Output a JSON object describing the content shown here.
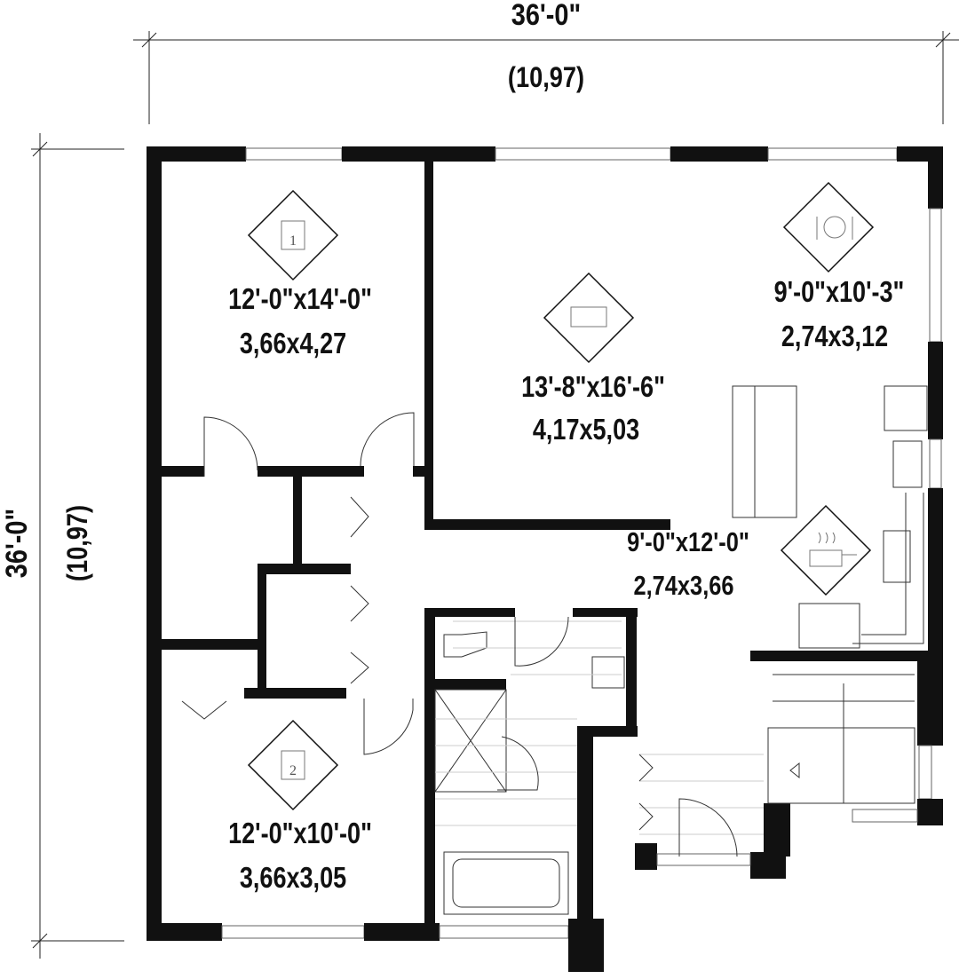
{
  "dimensions": {
    "overall_width_imperial": "36'-0\"",
    "overall_width_metric": "(10,97)",
    "overall_depth_imperial": "36'-0\"",
    "overall_depth_metric": "(10,97)"
  },
  "rooms": [
    {
      "name": "bedroom-1",
      "icon": "bed-icon",
      "icon_number": "1",
      "imperial": "12'-0\"x14'-0\"",
      "metric": "3,66x4,27"
    },
    {
      "name": "living-room",
      "icon": "sofa-icon",
      "imperial": "13'-8\"x16'-6\"",
      "metric": "4,17x5,03"
    },
    {
      "name": "dining-room",
      "icon": "plate-icon",
      "imperial": "9'-0\"x10'-3\"",
      "metric": "2,74x3,12"
    },
    {
      "name": "kitchen",
      "icon": "cooking-pot-icon",
      "imperial": "9'-0\"x12'-0\"",
      "metric": "2,74x3,66"
    },
    {
      "name": "bedroom-2",
      "icon": "bed-icon",
      "icon_number": "2",
      "imperial": "12'-0\"x10'-0\"",
      "metric": "3,66x3,05"
    }
  ]
}
